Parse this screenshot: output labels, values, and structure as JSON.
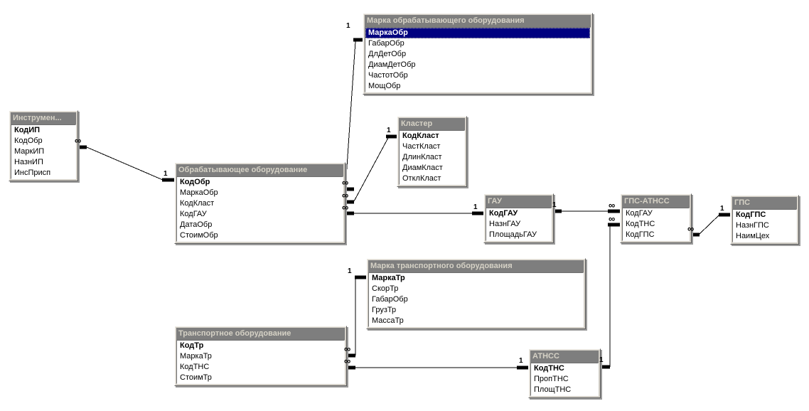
{
  "labels": {
    "one": "1",
    "many": "∞"
  },
  "colors": {
    "canvas_bg": "#FFFFFF",
    "table_face": "#D4D0C8",
    "header_bg": "#7E7E7E",
    "header_text": "#D6D2C6",
    "selected_row_bg": "#000080",
    "selected_row_text": "#FFFFFF",
    "relation_line": "#000000"
  },
  "tables": [
    {
      "title": "Инструмен...",
      "fields": [
        "КодИП",
        "КодОбр",
        "МаркИП",
        "НазнИП",
        "ИнсПрисп"
      ]
    },
    {
      "title": "Марка обрабатывающего оборудования",
      "fields": [
        "МаркаОбр",
        "ГабарОбр",
        "ДлДетОбр",
        "ДиамДетОбр",
        "ЧастотОбр",
        "МощОбр"
      ]
    },
    {
      "title": "Кластер",
      "fields": [
        "КодКласт",
        "ЧастКласт",
        "ДлинКласт",
        "ДиамКласт",
        "ОтклКласт"
      ]
    },
    {
      "title": "Обрабатывающее оборудование",
      "fields": [
        "КодОбр",
        "МаркаОбр",
        "КодКласт",
        "КодГАУ",
        "ДатаОбр",
        "СтоимОбр"
      ]
    },
    {
      "title": "ГАУ",
      "fields": [
        "КодГАУ",
        "НазнГАУ",
        "ПлощадьГАУ"
      ]
    },
    {
      "title": "ГПС-АТНСС",
      "fields": [
        "КодГАУ",
        "КодТНС",
        "КодГПС"
      ]
    },
    {
      "title": "ГПС",
      "fields": [
        "КодГПС",
        "НазнГПС",
        "НаимЦех"
      ]
    },
    {
      "title": "Марка транспортного оборудования",
      "fields": [
        "МаркаТр",
        "СкорТр",
        "ГабарОбр",
        "ГрузТр",
        "МассаТр"
      ]
    },
    {
      "title": "Транспортное оборудование",
      "fields": [
        "КодТр",
        "МаркаТр",
        "КодТНС",
        "СтоимТр"
      ]
    },
    {
      "title": "АТНСС",
      "fields": [
        "КодТНС",
        "ПропТНС",
        "ПлощТНС"
      ]
    }
  ]
}
